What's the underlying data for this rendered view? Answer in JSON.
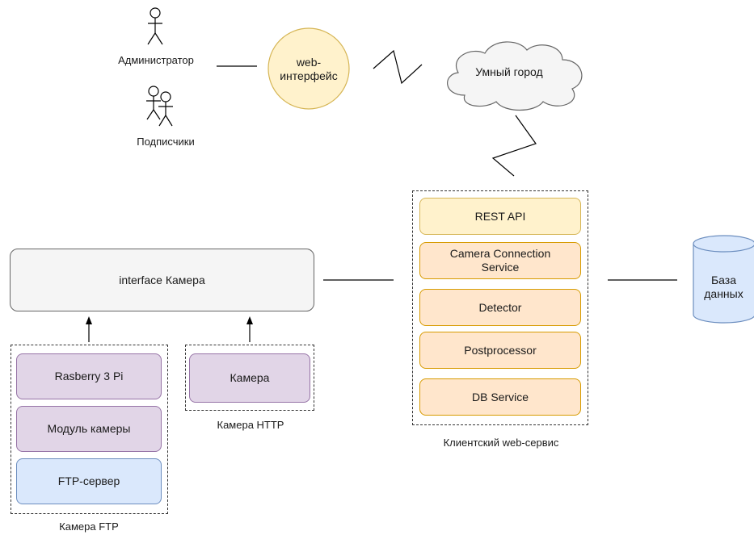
{
  "actors": {
    "admin": "Администратор",
    "subscribers": "Подписчики"
  },
  "web_interface": "web-\nинтерфейс",
  "cloud": "Умный город",
  "interface_camera": "interface Камера",
  "camera_ftp": {
    "rpi": "Rasberry 3 Pi",
    "camera_module": "Модуль камеры",
    "ftp_server": "FTP-сервер",
    "caption": "Камера FTP"
  },
  "camera_http": {
    "camera": "Камера",
    "caption": "Камера HTTP"
  },
  "client_service": {
    "rest_api": "REST API",
    "camera_connection": "Camera Connection\nService",
    "detector": "Detector",
    "postprocessor": "Postprocessor",
    "db_service": "DB Service",
    "caption": "Клиентский web-сервис"
  },
  "database": "База\nданных",
  "colors": {
    "purple_fill": "#e1d5e7",
    "blue_fill": "#dae8fc",
    "yellow_fill": "#fff2cc",
    "orange_fill": "#ffe6cc",
    "circle_fill": "#fff2cc",
    "db_fill": "#dae8fc"
  }
}
